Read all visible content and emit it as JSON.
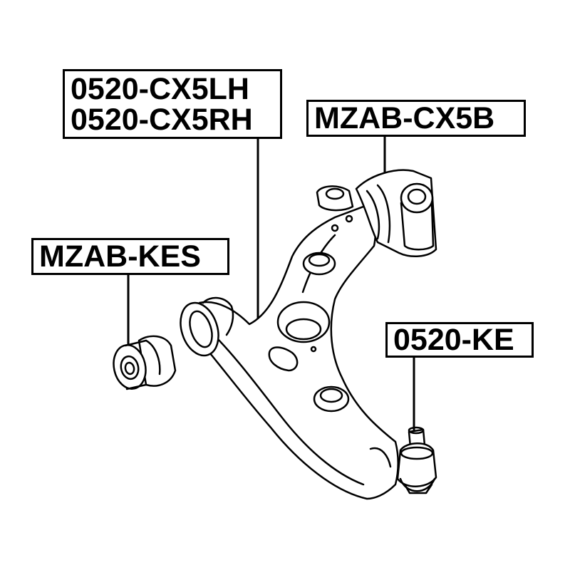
{
  "labels": {
    "control_arm": {
      "line1": "0520-CX5LH",
      "line2": "0520-CX5RH"
    },
    "rear_bushing": "MZAB-CX5B",
    "front_bushing": "MZAB-KES",
    "ball_joint": "0520-KE"
  },
  "colors": {
    "line": "#000000",
    "background": "#ffffff"
  }
}
